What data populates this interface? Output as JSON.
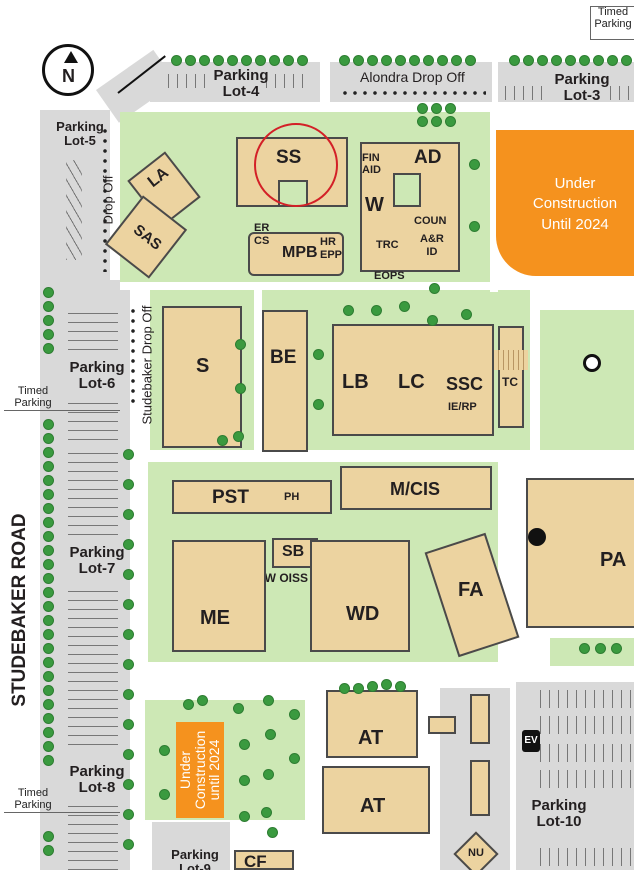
{
  "buildings": {
    "ss": "SS",
    "ad": "AD",
    "fin_aid": "FIN\nAID",
    "w": "W",
    "coun": "COUN",
    "ar_id": "A&R\nID",
    "trc": "TRC",
    "eops": "EOPS",
    "la": "LA",
    "sas": "SAS",
    "mpb": "MPB",
    "er_cs": "ER\nCS",
    "hr_epp": "HR\nEPP",
    "s": "S",
    "be": "BE",
    "lb": "LB",
    "lc": "LC",
    "ssc": "SSC",
    "ie_rp": "IE/RP",
    "tc": "TC",
    "pst": "PST",
    "ph": "PH",
    "m_cis": "M/CIS",
    "sb": "SB",
    "sb_sub": "CW OISS SE",
    "me": "ME",
    "wd": "WD",
    "fa": "FA",
    "pac": "PA",
    "at1": "AT",
    "at2": "AT",
    "cf": "CF",
    "nu": "NU"
  },
  "parking": {
    "lot3": "Parking\nLot-3",
    "lot4": "Parking\nLot-4",
    "lot5": "Parking\nLot-5",
    "lot6": "Parking\nLot-6",
    "lot7": "Parking\nLot-7",
    "lot8": "Parking\nLot-8",
    "lot9": "Parking\nLot-9",
    "lot10": "Parking\nLot-10"
  },
  "labels": {
    "alondra": "Alondra Drop Off",
    "drop_off": "Drop Off",
    "studebaker_drop_off": "Studebaker Drop Off",
    "road": "STUDEBAKER ROAD",
    "under_construction_right": "Under\nConstruction\nUntil 2024",
    "under_construction_left": "Under\nConstruction\nuntil 2024",
    "timed_parking_1": "Timed\nParking",
    "timed_parking_2": "Timed\nParking",
    "timed_parking_3": "Timed\nParking",
    "compass": "N",
    "ev": "EV"
  },
  "colors": {
    "building": "#ecd3a0",
    "grass": "#cde8b5",
    "parking": "#d9d9d9",
    "construction": "#f5921e",
    "highlight": "#d32027"
  }
}
